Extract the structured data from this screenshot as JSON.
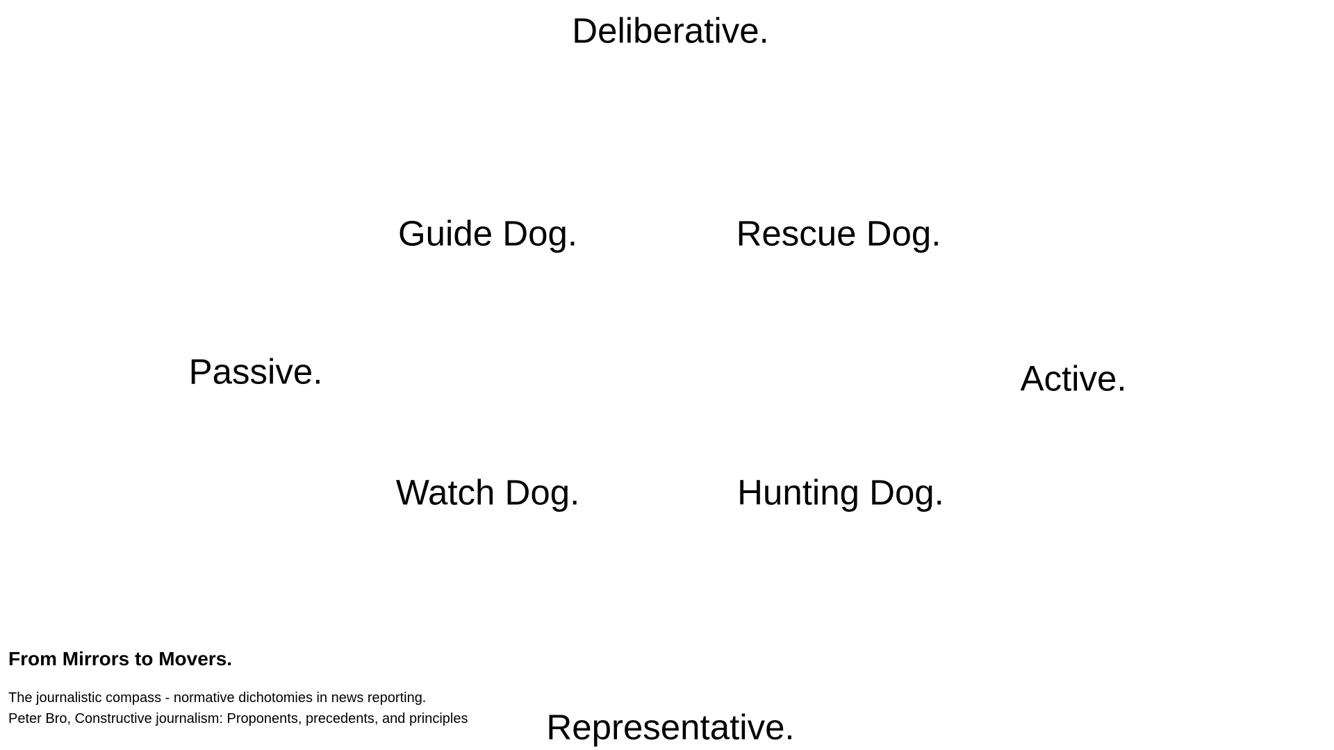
{
  "axes": {
    "top": "Deliberative.",
    "bottom": "Representative.",
    "left": "Passive.",
    "right": "Active."
  },
  "quadrants": {
    "top_left": "Guide Dog.",
    "top_right": "Rescue Dog.",
    "bottom_left": "Watch Dog.",
    "bottom_right": "Hunting Dog."
  },
  "footer": {
    "title": "From Mirrors to Movers.",
    "line1": "The journalistic compass - normative dichotomies in news reporting.",
    "line2": "Peter Bro, Constructive journalism: Proponents, precedents, and principles"
  },
  "colors": {
    "axis_line": "#e0392b",
    "text": "#000000",
    "background": "#ffffff"
  }
}
